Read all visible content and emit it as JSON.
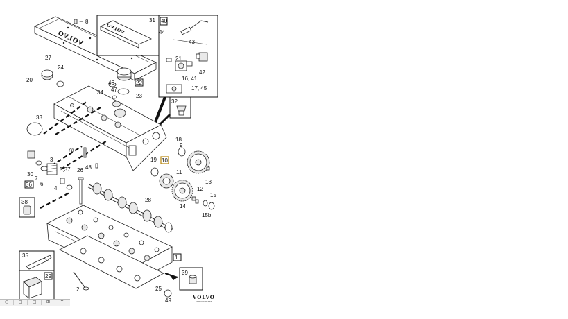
{
  "brand": {
    "name": "VOLVO",
    "subtitle": "SERVICE PARTS"
  },
  "cover_lettering": "VOLVO",
  "labels": {
    "p1": "1",
    "p2": "2",
    "p3": "3",
    "p4": "4",
    "p537": "5,37",
    "p6": "6",
    "p7": "7",
    "p7a": "7a",
    "p8": "8",
    "p9": "9",
    "p10": "10",
    "p11": "11",
    "p12": "12",
    "p13": "13",
    "p14": "14",
    "p15": "15",
    "p15b": "15b",
    "p1641": "16, 41",
    "p1745": "17, 45",
    "p18": "18",
    "p19": "19",
    "p20": "20",
    "p21": "21",
    "p22": "22",
    "p23": "23",
    "p24": "24",
    "p25": "25",
    "p26": "26",
    "p27": "27",
    "p28": "28",
    "p29": "29",
    "p30": "30",
    "p31": "31",
    "p32": "32",
    "p33": "33",
    "p34": "34",
    "p35": "35",
    "p36": "36",
    "p38": "38",
    "p39": "39",
    "p40": "40",
    "p42": "42",
    "p43": "43",
    "p44": "44",
    "p46": "46",
    "p47": "47",
    "p48": "48",
    "p49": "49"
  },
  "thumbnails": [
    {
      "icon": "search-icon",
      "glyph": "○"
    },
    {
      "icon": "thumbnail-icon",
      "glyph": "□"
    },
    {
      "icon": "thumbnail-icon",
      "glyph": "□"
    },
    {
      "icon": "thumbnail-icon",
      "glyph": "⊞"
    },
    {
      "icon": "scroll-up-icon",
      "glyph": "^"
    }
  ],
  "colors": {
    "highlight_box": "#b8860b",
    "ink": "#111111"
  }
}
